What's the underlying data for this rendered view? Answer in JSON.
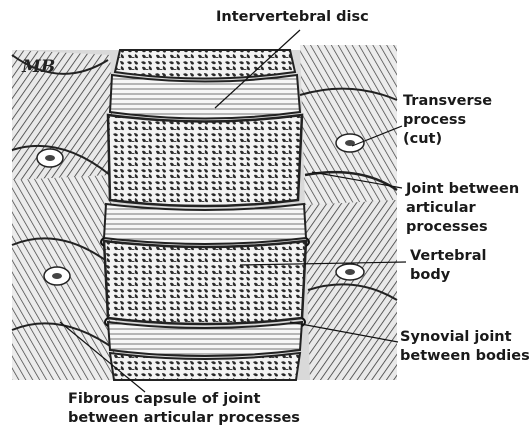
{
  "figure": {
    "signature": "MB",
    "labels": {
      "intervertebral_disc": "Intervertebral disc",
      "transverse_process": [
        "Transverse",
        "process",
        "(cut)"
      ],
      "joint_articular": [
        "Joint between",
        "articular",
        "processes"
      ],
      "vertebral_body": [
        "Vertebral",
        "body"
      ],
      "synovial_joint": [
        "Synovial joint",
        "between bodies"
      ],
      "fibrous_capsule": [
        "Fibrous capsule of joint",
        "between articular processes"
      ]
    }
  }
}
